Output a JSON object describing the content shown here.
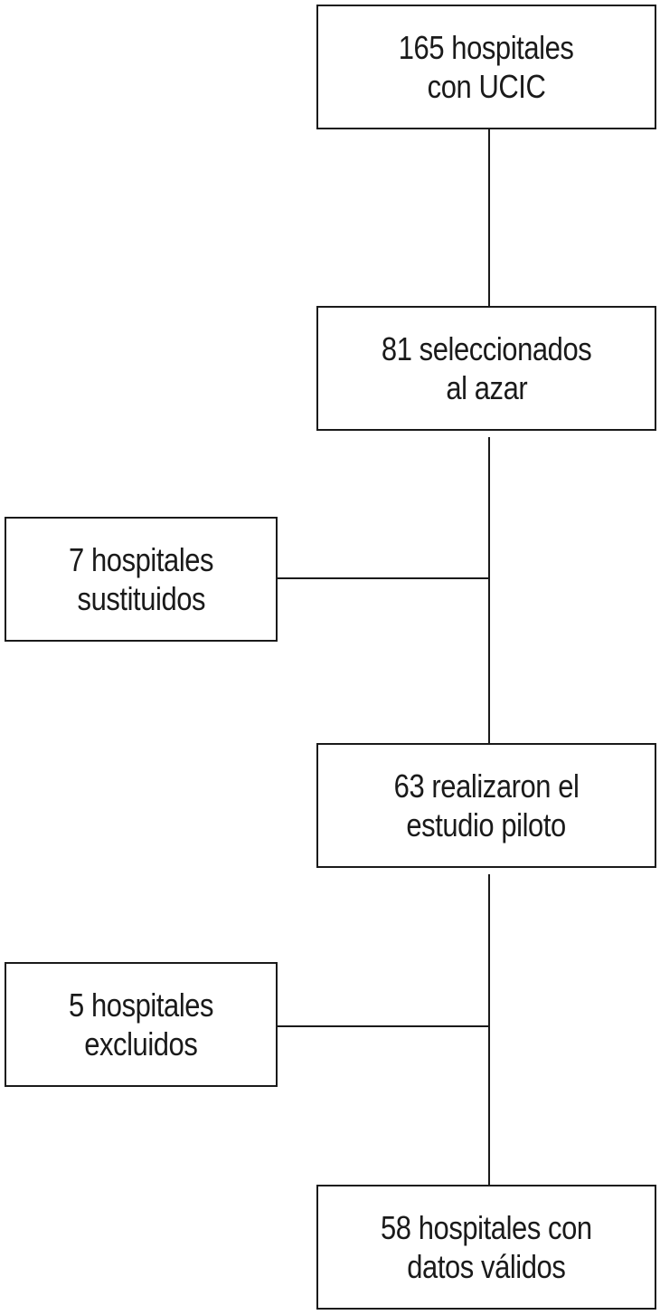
{
  "flowchart": {
    "boxes": [
      {
        "id": "total",
        "lines": [
          "165 hospitales",
          "con UCIC"
        ]
      },
      {
        "id": "selected",
        "lines": [
          "81 seleccionados",
          "al azar"
        ]
      },
      {
        "id": "substituted",
        "lines": [
          "7 hospitales",
          "sustituidos"
        ]
      },
      {
        "id": "pilot",
        "lines": [
          "63 realizaron el",
          "estudio piloto"
        ]
      },
      {
        "id": "excluded",
        "lines": [
          "5 hospitales",
          "excluidos"
        ]
      },
      {
        "id": "valid",
        "lines": [
          "58 hospitales con",
          "datos válidos"
        ]
      }
    ]
  }
}
